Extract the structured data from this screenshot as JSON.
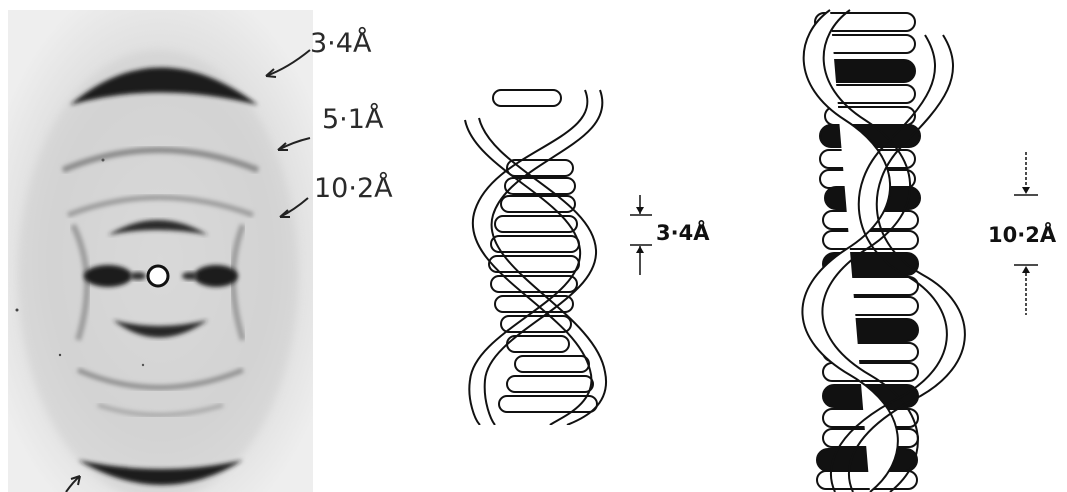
{
  "xray_pattern": {
    "labels": [
      "3·4Å",
      "5·1Å",
      "10·2Å"
    ]
  },
  "helix_a": {
    "spacing_label": "3·4Å"
  },
  "helix_b": {
    "spacing_label": "10·2Å"
  }
}
